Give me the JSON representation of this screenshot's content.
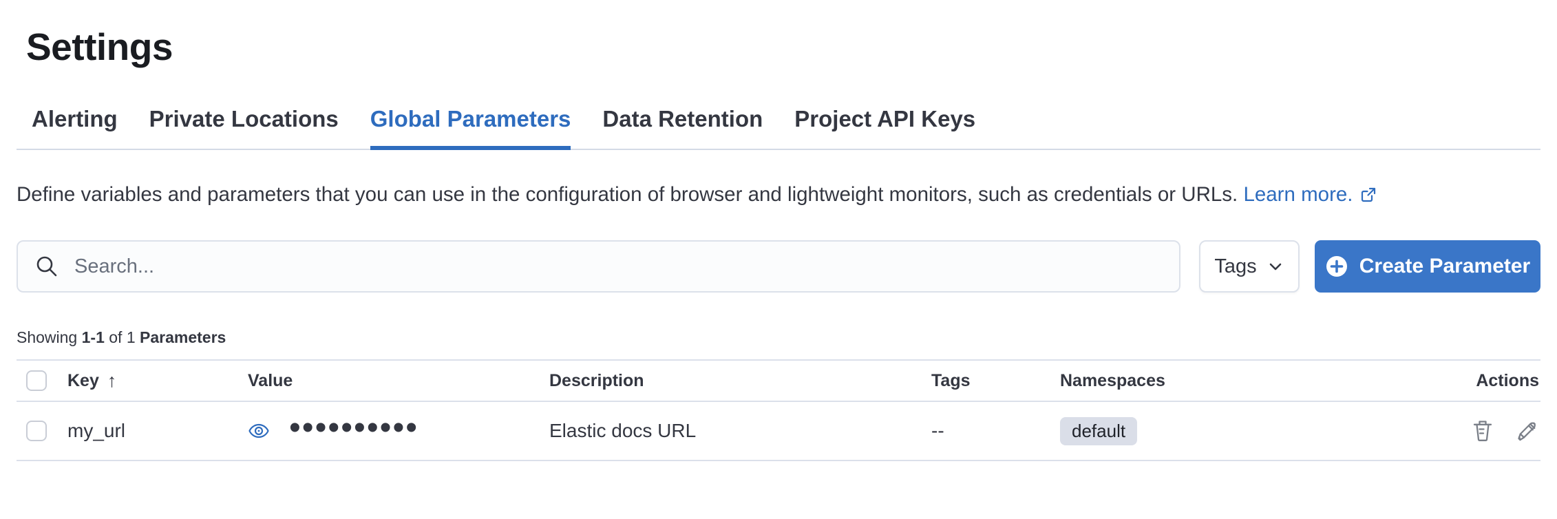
{
  "page": {
    "title": "Settings"
  },
  "tabs": [
    {
      "label": "Alerting",
      "active": false
    },
    {
      "label": "Private Locations",
      "active": false
    },
    {
      "label": "Global Parameters",
      "active": true
    },
    {
      "label": "Data Retention",
      "active": false
    },
    {
      "label": "Project API Keys",
      "active": false
    }
  ],
  "description": {
    "text": "Define variables and parameters that you can use in the configuration of browser and lightweight monitors, such as credentials or URLs.",
    "link_label": "Learn more."
  },
  "toolbar": {
    "search_placeholder": "Search...",
    "tags_label": "Tags",
    "create_label": "Create Parameter"
  },
  "summary": {
    "showing": "Showing",
    "range": "1-1",
    "of": "of 1",
    "entity": "Parameters"
  },
  "table": {
    "headers": {
      "key": "Key",
      "sort_indicator": "↑",
      "value": "Value",
      "description": "Description",
      "tags": "Tags",
      "namespaces": "Namespaces",
      "actions": "Actions"
    },
    "rows": [
      {
        "key": "my_url",
        "masked_value": "••••••••••",
        "description": "Elastic docs URL",
        "tags": "--",
        "namespace": "default"
      }
    ]
  },
  "colors": {
    "accent_blue": "#2e6cbe",
    "button_blue": "#3a76c8",
    "badge_bg": "#dadee8"
  }
}
